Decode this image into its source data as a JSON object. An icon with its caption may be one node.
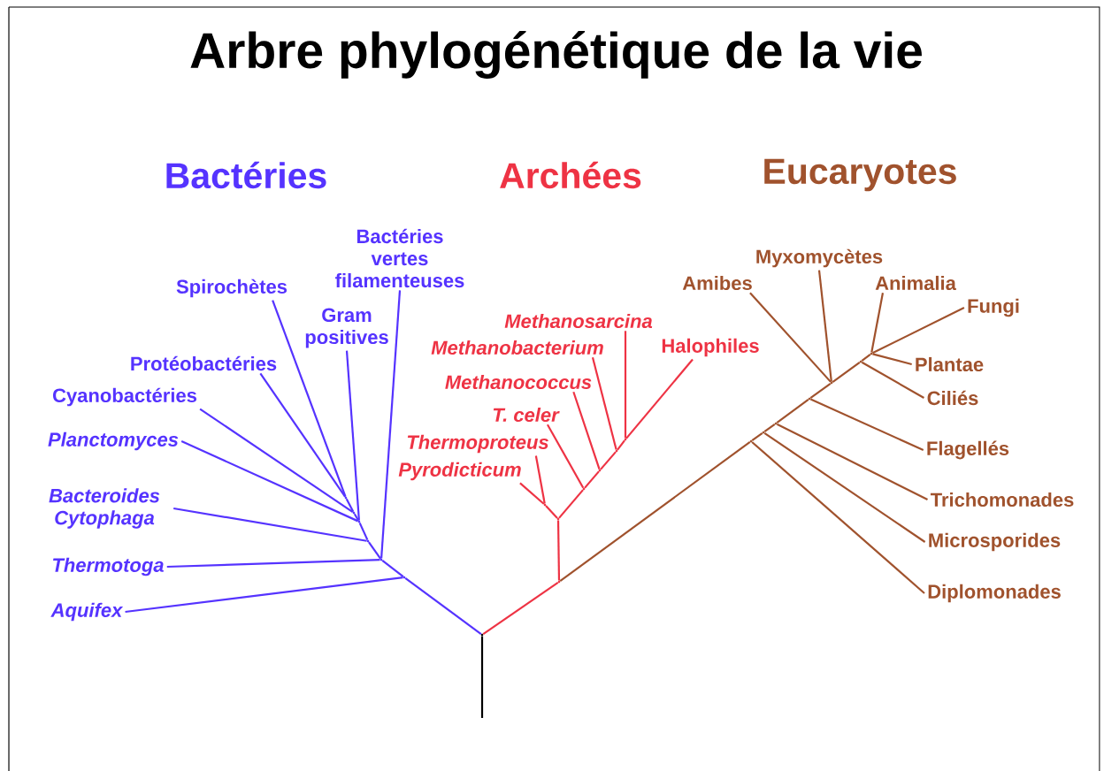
{
  "diagram": {
    "title": "Arbre phylogénétique de la vie",
    "nodes": [
      {
        "text": [
          "Bactéries vertes filamenteuses"
        ]
      },
      {
        "text": [
          "Spirochètes"
        ]
      },
      {
        "text": [
          "Gram positives"
        ]
      },
      {
        "text": [
          "Protéobactéries"
        ]
      },
      {
        "text": [
          "Cyanobactéries"
        ]
      },
      {
        "text": [
          "Planctomyces"
        ]
      },
      {
        "text": [
          "Bacteroides Cytophaga"
        ]
      },
      {
        "text": [
          "Thermotoga"
        ]
      },
      {
        "text": [
          "Aquifex"
        ]
      },
      {
        "text": [
          "Methanosarcina"
        ]
      },
      {
        "text": [
          "Methanobacterium"
        ]
      },
      {
        "text": [
          "Halophiles"
        ]
      },
      {
        "text": [
          "Methanococcus"
        ]
      },
      {
        "text": [
          "T. celer"
        ]
      },
      {
        "text": [
          "Thermoproteus"
        ]
      },
      {
        "text": [
          "Pyrodicticum"
        ]
      },
      {
        "text": [
          "Myxomycètes"
        ]
      },
      {
        "text": [
          "Amibes"
        ]
      },
      {
        "text": [
          "Animalia"
        ]
      },
      {
        "text": [
          "Fungi"
        ]
      },
      {
        "text": [
          "Plantae"
        ]
      },
      {
        "text": [
          "Ciliés"
        ]
      },
      {
        "text": [
          "Flagellés"
        ]
      },
      {
        "text": [
          "Trichomonades"
        ]
      },
      {
        "text": [
          "Microsporides"
        ]
      },
      {
        "text": [
          "Diplomonades"
        ]
      },
      {
        "text": [],
        "shape": "point"
      },
      {
        "text": [],
        "shape": "point"
      },
      {
        "text": [],
        "shape": "point"
      },
      {
        "text": [],
        "shape": "point"
      },
      {
        "text": [],
        "shape": "point"
      },
      {
        "text": [],
        "shape": "point"
      },
      {
        "text": [],
        "shape": "point"
      },
      {
        "text": [],
        "shape": "point"
      },
      {
        "text": [],
        "shape": "point"
      },
      {
        "text": [],
        "shape": "point"
      },
      {
        "text": [],
        "shape": "point"
      },
      {
        "text": [],
        "shape": "point"
      },
      {
        "text": [],
        "shape": "point"
      },
      {
        "text": [],
        "shape": "point"
      },
      {
        "text": [],
        "shape": "point"
      },
      {
        "text": [],
        "shape": "point"
      },
      {
        "text": [],
        "shape": "point"
      },
      {
        "text": [],
        "shape": "point"
      },
      {
        "text": [],
        "shape": "point"
      },
      {
        "text": [],
        "shape": "point"
      },
      {
        "text": [],
        "shape": "point"
      }
    ],
    "edges": [
      {
        "from": null,
        "to": 26,
        "arrow": "none",
        "color": "#000000"
      },
      {
        "from": 26,
        "to": 27,
        "arrow": "none",
        "color": "#5533ff"
      },
      {
        "from": 27,
        "to": 28,
        "arrow": "none",
        "color": "#5533ff"
      },
      {
        "from": 27,
        "to": 8,
        "arrow": "none",
        "color": "#5533ff"
      },
      {
        "from": 28,
        "to": 7,
        "arrow": "none",
        "color": "#5533ff"
      },
      {
        "from": 28,
        "to": 0,
        "arrow": "none",
        "color": "#5533ff"
      },
      {
        "from": 28,
        "to": 29,
        "arrow": "none",
        "color": "#5533ff"
      },
      {
        "from": 29,
        "to": 6,
        "arrow": "none",
        "color": "#5533ff"
      },
      {
        "from": 29,
        "to": 30,
        "arrow": "none",
        "color": "#5533ff"
      },
      {
        "from": 30,
        "to": 2,
        "arrow": "none",
        "color": "#5533ff"
      },
      {
        "from": 30,
        "to": 5,
        "arrow": "none",
        "color": "#5533ff"
      },
      {
        "from": 30,
        "to": 31,
        "arrow": "none",
        "color": "#5533ff"
      },
      {
        "from": 31,
        "to": 4,
        "arrow": "none",
        "color": "#5533ff"
      },
      {
        "from": 31,
        "to": 32,
        "arrow": "none",
        "color": "#5533ff"
      },
      {
        "from": 32,
        "to": 3,
        "arrow": "none",
        "color": "#5533ff"
      },
      {
        "from": 32,
        "to": 1,
        "arrow": "none",
        "color": "#5533ff"
      },
      {
        "from": 26,
        "to": 33,
        "arrow": "none",
        "color": "#ee3344"
      },
      {
        "from": 33,
        "to": 34,
        "arrow": "none",
        "color": "#ee3344"
      },
      {
        "from": 34,
        "to": 35,
        "arrow": "none",
        "color": "#ee3344"
      },
      {
        "from": 35,
        "to": 15,
        "arrow": "none",
        "color": "#ee3344"
      },
      {
        "from": 35,
        "to": 14,
        "arrow": "none",
        "color": "#ee3344"
      },
      {
        "from": 34,
        "to": 36,
        "arrow": "none",
        "color": "#ee3344"
      },
      {
        "from": 36,
        "to": 13,
        "arrow": "none",
        "color": "#ee3344"
      },
      {
        "from": 36,
        "to": 37,
        "arrow": "none",
        "color": "#ee3344"
      },
      {
        "from": 37,
        "to": 12,
        "arrow": "none",
        "color": "#ee3344"
      },
      {
        "from": 37,
        "to": 38,
        "arrow": "none",
        "color": "#ee3344"
      },
      {
        "from": 38,
        "to": 10,
        "arrow": "none",
        "color": "#ee3344"
      },
      {
        "from": 38,
        "to": 39,
        "arrow": "none",
        "color": "#ee3344"
      },
      {
        "from": 39,
        "to": 9,
        "arrow": "none",
        "color": "#ee3344"
      },
      {
        "from": 39,
        "to": 11,
        "arrow": "none",
        "color": "#ee3344"
      },
      {
        "from": 33,
        "to": 40,
        "arrow": "none",
        "color": "#a0522d"
      },
      {
        "from": 40,
        "to": 25,
        "arrow": "none",
        "color": "#a0522d"
      },
      {
        "from": 40,
        "to": 41,
        "arrow": "none",
        "color": "#a0522d"
      },
      {
        "from": 41,
        "to": 24,
        "arrow": "none",
        "color": "#a0522d"
      },
      {
        "from": 41,
        "to": 42,
        "arrow": "none",
        "color": "#a0522d"
      },
      {
        "from": 42,
        "to": 23,
        "arrow": "none",
        "color": "#a0522d"
      },
      {
        "from": 42,
        "to": 43,
        "arrow": "none",
        "color": "#a0522d"
      },
      {
        "from": 43,
        "to": 22,
        "arrow": "none",
        "color": "#a0522d"
      },
      {
        "from": 43,
        "to": 44,
        "arrow": "none",
        "color": "#a0522d"
      },
      {
        "from": 44,
        "to": 17,
        "arrow": "none",
        "color": "#a0522d"
      },
      {
        "from": 44,
        "to": 16,
        "arrow": "none",
        "color": "#a0522d"
      },
      {
        "from": 44,
        "to": 45,
        "arrow": "none",
        "color": "#a0522d"
      },
      {
        "from": 45,
        "to": 21,
        "arrow": "none",
        "color": "#a0522d"
      },
      {
        "from": 45,
        "to": 46,
        "arrow": "none",
        "color": "#a0522d"
      },
      {
        "from": 46,
        "to": 20,
        "arrow": "none",
        "color": "#a0522d"
      },
      {
        "from": 46,
        "to": 18,
        "arrow": "none",
        "color": "#a0522d"
      },
      {
        "from": 46,
        "to": 19,
        "arrow": "none",
        "color": "#a0522d"
      }
    ],
    "labels": [
      "Bactéries",
      "Archées",
      "Eucaryotes"
    ]
  }
}
